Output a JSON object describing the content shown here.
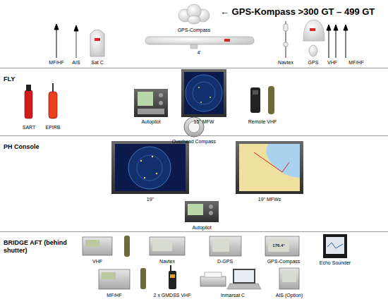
{
  "diagram": {
    "title": "← GPS-Kompass >300 GT – 499 GT",
    "nodes": [
      {
        "text": [
          "FLY"
        ]
      },
      {
        "text": [
          "PH Console"
        ]
      },
      {
        "text": [
          "BRIDGE AFT (behind shutter)"
        ]
      }
    ],
    "labels": [
      "MF/HF",
      "AIS",
      "Sat C",
      "GPS-Compass",
      "4'",
      "Navtex",
      "GPS",
      "VHF",
      "MF/HF",
      "SART",
      "EPIRB",
      "Autopilot",
      "15\" MFW",
      "Remote VHF",
      "Overhead Compass",
      "19\"",
      "19\" MFWs",
      "Autopilot",
      "VHF",
      "Navtex",
      "D-GPS",
      "GPS-Compass",
      "176.4°",
      "Echo Sounder",
      "MF/HF",
      "2 x GMDSS VHF",
      "Inmarsat C",
      "AIS (Option)"
    ]
  }
}
